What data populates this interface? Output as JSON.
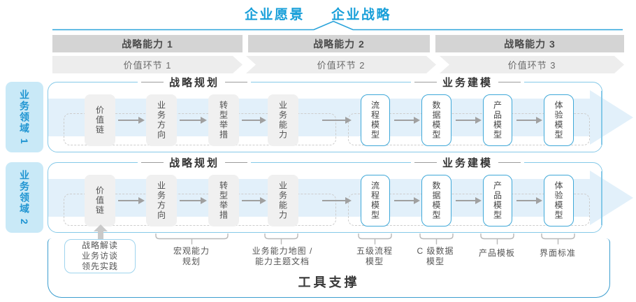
{
  "title": {
    "vision": "企业愿景",
    "strategy": "企业战略"
  },
  "strategic_capabilities": [
    "战略能力 1",
    "战略能力 2",
    "战略能力 3"
  ],
  "value_links": [
    "价值环节 1",
    "价值环节 2",
    "价值环节 3"
  ],
  "business_domains": [
    "业务领域 1",
    "业务领域 2"
  ],
  "row": {
    "planning_title": "战略规划",
    "modeling_title": "业务建模",
    "planning_boxes": [
      "价值链",
      "业务方向",
      "转型举措",
      "业务能力"
    ],
    "modeling_boxes": [
      "流程模型",
      "数据模型",
      "产品模型",
      "体验模型"
    ]
  },
  "annotations": {
    "inputs_box": [
      "战略解读",
      "业务访谈",
      "领先实践"
    ],
    "labels": [
      {
        "line1": "宏观能力",
        "line2": "规划"
      },
      {
        "line1": "业务能力地图 /",
        "line2": "能力主题文档"
      },
      {
        "line1": "五级流程",
        "line2": "模型"
      },
      {
        "line1": "C 级数据",
        "line2": "模型"
      },
      {
        "line1": "产品模板",
        "line2": ""
      },
      {
        "line1": "界面标准",
        "line2": ""
      }
    ]
  },
  "footer": {
    "label": "工具支撑"
  },
  "colors": {
    "accent_blue": "#189fd9",
    "container_border": "#85c9e8",
    "modeling_box_border": "#3fa8d8",
    "light_blue_band": "#e2f0fa",
    "domain_fill": "#c9e9f7",
    "capability_bar_gray": "#d4d4d4",
    "value_link_gray": "#ededed",
    "box_gray": "#f0f0f0",
    "tool_border": "#3d9ecf"
  }
}
